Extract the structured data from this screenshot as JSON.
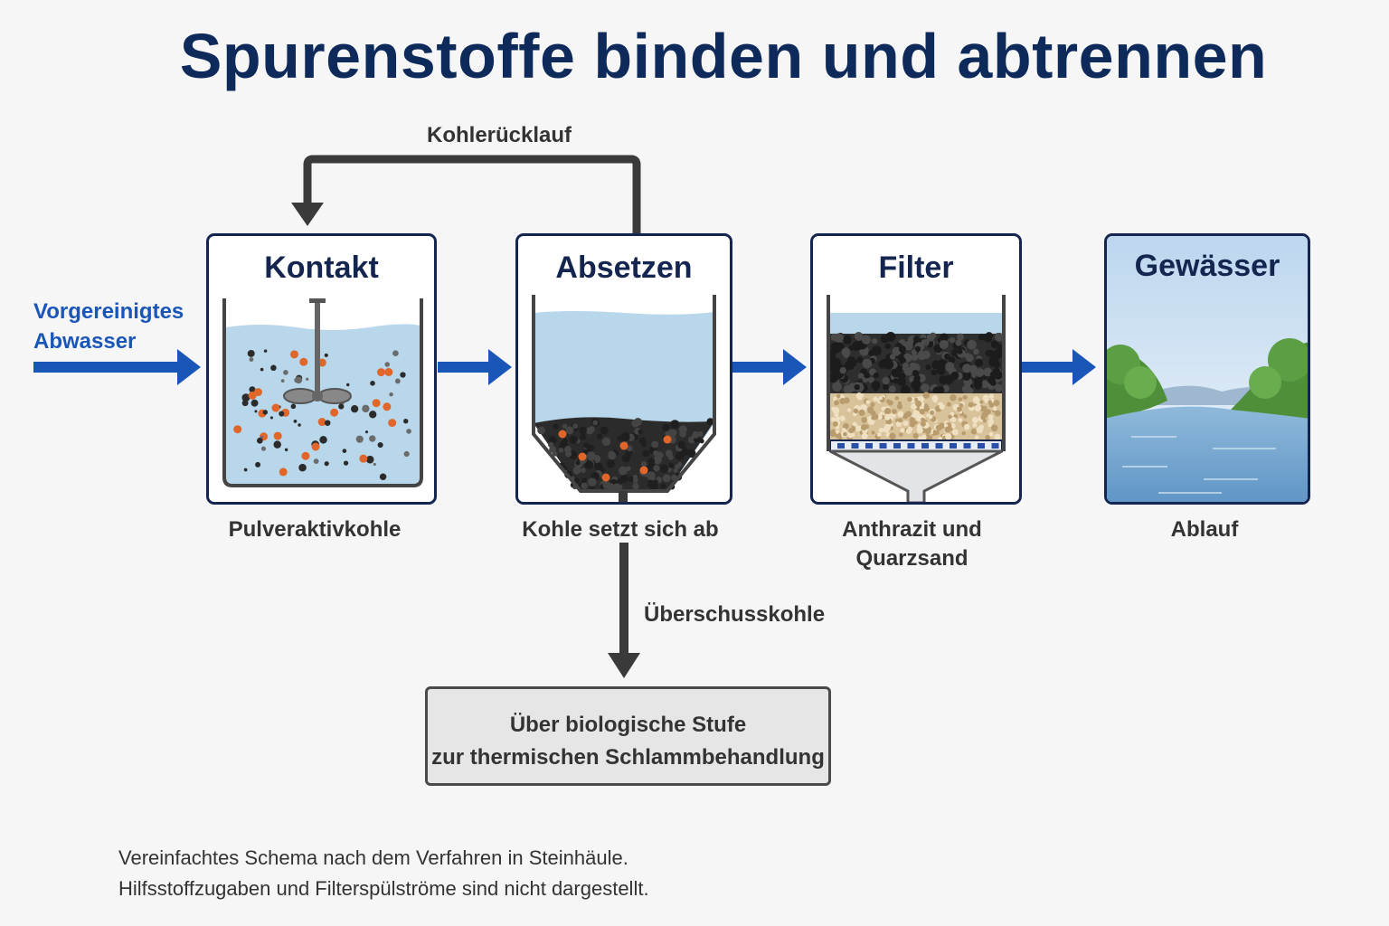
{
  "title": "Spurenstoffe binden und abtrennen",
  "inlet_label": [
    "Vorgereinigtes",
    "Abwasser"
  ],
  "recycle_label": "Kohlerücklauf",
  "stages": [
    {
      "title": "Kontakt",
      "caption": "Pulveraktivkohle"
    },
    {
      "title": "Absetzen",
      "caption": "Kohle setzt sich ab"
    },
    {
      "title": "Filter",
      "caption": [
        "Anthrazit und",
        "Quarzsand"
      ]
    },
    {
      "title": "Gewässer",
      "caption": "Ablauf"
    }
  ],
  "excess_label": "Überschusskohle",
  "sludge_box": [
    "Über biologische Stufe",
    "zur thermischen Schlammbehandlung"
  ],
  "footnote": [
    "Vereinfachtes Schema nach dem Verfahren in Steinhäule.",
    "Hilfsstoffzugaben und Filterspülströme sind nicht dargestellt."
  ],
  "colors": {
    "title": "#0d2a5a",
    "box_border": "#14264f",
    "flow_arrow": "#1a56b8",
    "process_arrow": "#3a3a3a",
    "water": "#b9d7ea",
    "carbon": "#2b2b2b",
    "contaminant": "#e0662a",
    "sand": "#d8c29a",
    "sludge_box_fill": "#e6e6e6"
  }
}
